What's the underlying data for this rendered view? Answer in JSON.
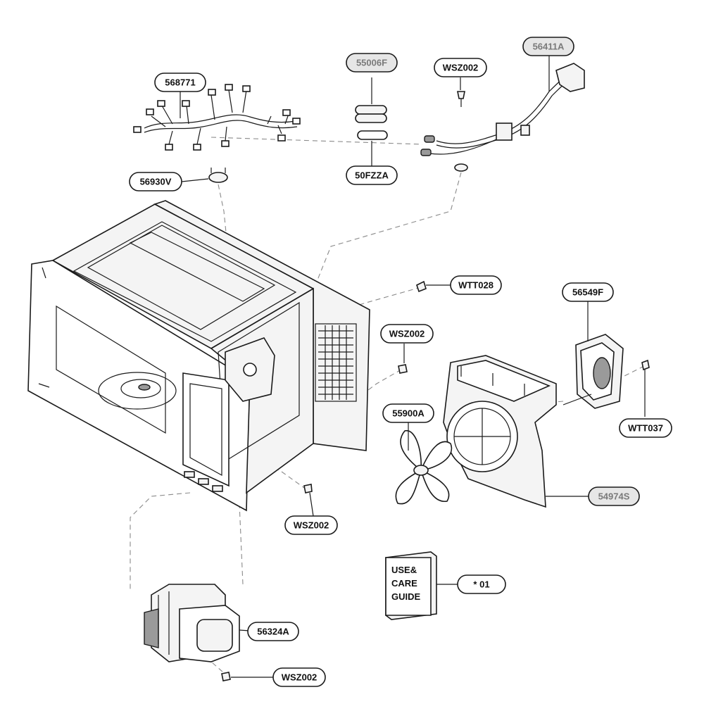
{
  "labels": {
    "harness": "568771",
    "fuse_top": "55006F",
    "screw_top": "WSZ002",
    "power_cord": "56411A",
    "thermostat": "56930V",
    "fuse_bottom": "50FZZA",
    "screw_right_top": "WTT028",
    "screw_mid": "WSZ002",
    "motor": "56549F",
    "fan_blade": "55900A",
    "screw_motor": "WTT037",
    "fan_bracket": "54974S",
    "screw_cavity": "WSZ002",
    "guide_ref": "* 01",
    "magnetron": "56324A",
    "screw_magnetron": "WSZ002"
  },
  "book": {
    "line1": "USE&",
    "line2": "CARE",
    "line3": "GUIDE"
  }
}
